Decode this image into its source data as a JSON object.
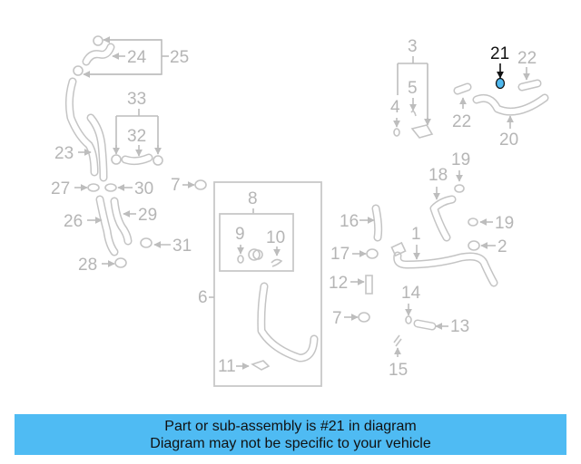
{
  "diagram": {
    "highlighted_part": "21",
    "highlight_color": "#4fb8ee",
    "label_color": "#b5b5b5",
    "callouts": {
      "p1": "1",
      "p2": "2",
      "p3": "3",
      "p4": "4",
      "p5": "5",
      "p6": "6",
      "p7a": "7",
      "p7b": "7",
      "p8": "8",
      "p9": "9",
      "p10": "10",
      "p11": "11",
      "p12": "12",
      "p13": "13",
      "p14": "14",
      "p15": "15",
      "p16": "16",
      "p17": "17",
      "p18": "18",
      "p19a": "19",
      "p19b": "19",
      "p20": "20",
      "p21": "21",
      "p22a": "22",
      "p22b": "22",
      "p23": "23",
      "p24": "24",
      "p25": "25",
      "p26": "26",
      "p27": "27",
      "p28": "28",
      "p29": "29",
      "p30": "30",
      "p31": "31",
      "p32": "32",
      "p33": "33"
    }
  },
  "banner": {
    "line1": "Part or sub-assembly is #21 in diagram",
    "line2": "Diagram may not be specific to your vehicle",
    "background": "#4fbbf3"
  }
}
